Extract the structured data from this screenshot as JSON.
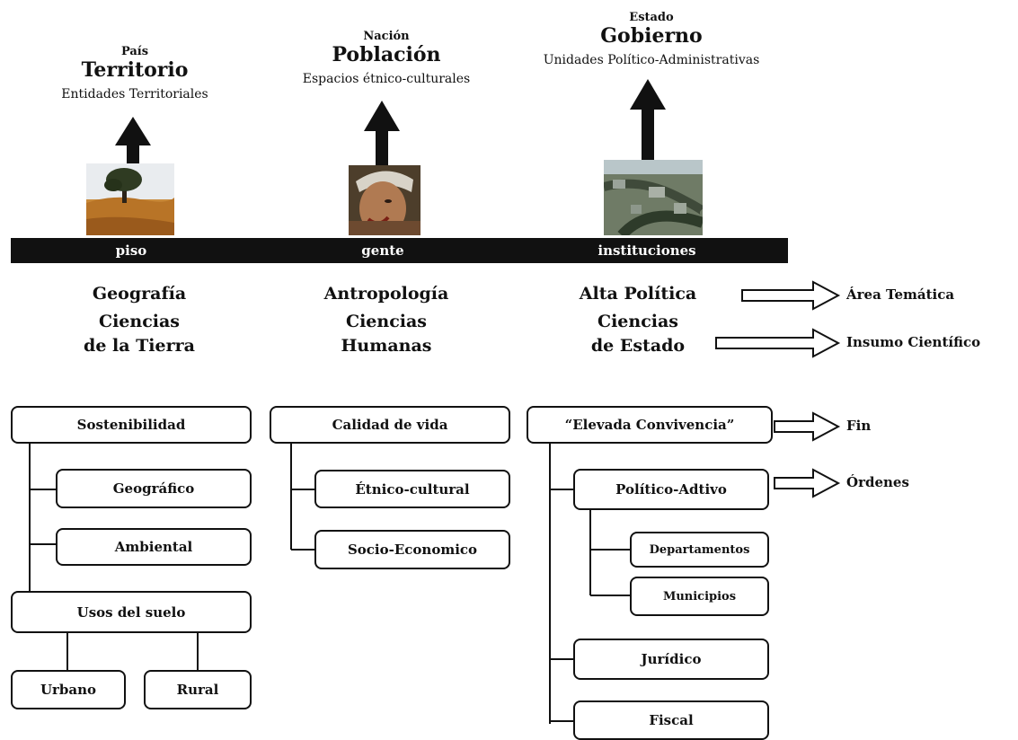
{
  "columns": [
    {
      "superscript": "País",
      "title": "Territorio",
      "subtitle": "Entidades Territoriales",
      "bar_label": "piso",
      "discipline": "Geografía",
      "science_line1": "Ciencias",
      "science_line2": "de la Tierra"
    },
    {
      "superscript": "Nación",
      "title": "Población",
      "subtitle": "Espacios étnico-culturales",
      "bar_label": "gente",
      "discipline": "Antropología",
      "science_line1": "Ciencias",
      "science_line2": "Humanas"
    },
    {
      "superscript": "Estado",
      "title": "Gobierno",
      "subtitle": "Unidades Político-Administrativas",
      "bar_label": "instituciones",
      "discipline": "Alta Política",
      "science_line1": "Ciencias",
      "science_line2": "de Estado"
    }
  ],
  "side_labels": {
    "area": "Área Temática",
    "insumo": "Insumo Científico",
    "fin": "Fin",
    "ordenes": "Órdenes"
  },
  "tree_left": {
    "root": "Sostenibilidad",
    "geografico": "Geográfico",
    "ambiental": "Ambiental",
    "usos": "Usos del suelo",
    "urbano": "Urbano",
    "rural": "Rural"
  },
  "tree_middle": {
    "root": "Calidad de vida",
    "etnico": "Étnico-cultural",
    "socio": "Socio-Economico"
  },
  "tree_right": {
    "root": "“Elevada Convivencia”",
    "politico": "Político-Adtivo",
    "departamentos": "Departamentos",
    "municipios": "Municipios",
    "juridico": "Jurídico",
    "fiscal": "Fiscal"
  },
  "images": [
    "tree-field-photo",
    "indigenous-face-photo",
    "aerial-city-photo"
  ],
  "colors": {
    "ink": "#111111",
    "background": "#ffffff"
  }
}
